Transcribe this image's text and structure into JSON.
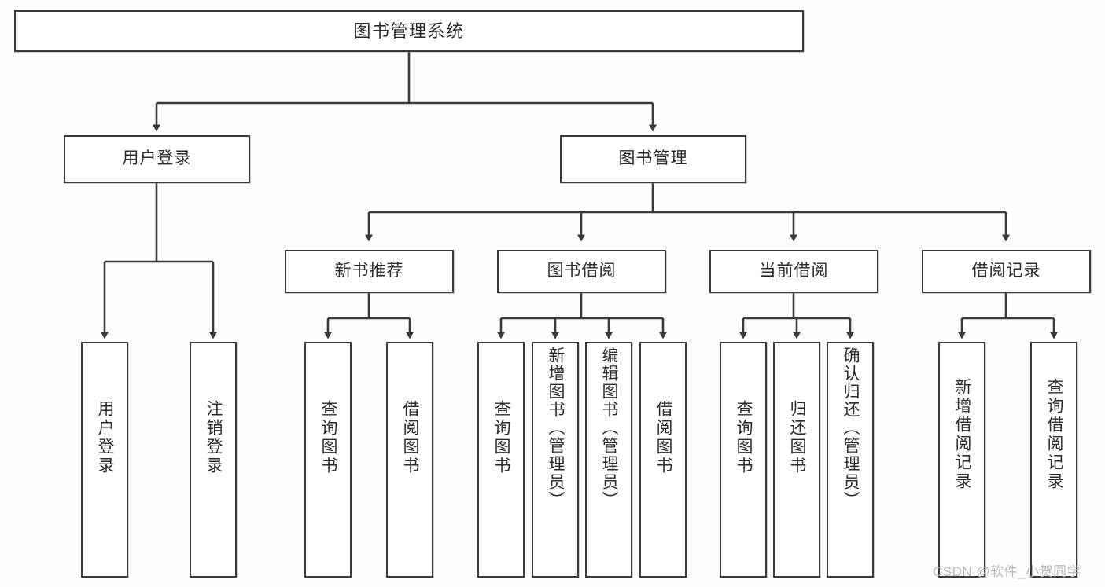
{
  "diagram": {
    "title": "图书管理系统",
    "type": "functional-structure-tree",
    "watermark": "CSDN @软件_小贺同学",
    "colors": {
      "stroke": "#3a3a3a",
      "fill": "#ffffff",
      "text": "#2b2b2b",
      "background": "#fdfdfd",
      "watermark": "#b8b8b8"
    },
    "nodes": {
      "root": {
        "label": "图书管理系统"
      },
      "level1": [
        {
          "id": "user-login",
          "label": "用户登录"
        },
        {
          "id": "book-manage",
          "label": "图书管理"
        }
      ],
      "level2": [
        {
          "id": "new-book-recommend",
          "label": "新书推荐"
        },
        {
          "id": "book-borrow",
          "label": "图书借阅"
        },
        {
          "id": "current-borrow",
          "label": "当前借阅"
        },
        {
          "id": "borrow-record",
          "label": "借阅记录"
        }
      ],
      "leaves": {
        "user-login": [
          {
            "id": "leaf-user-login",
            "label": "用户登录"
          },
          {
            "id": "leaf-logout-login",
            "label": "注销登录"
          }
        ],
        "new-book-recommend": [
          {
            "id": "leaf-query-book-1",
            "label": "查询图书"
          },
          {
            "id": "leaf-borrow-book-1",
            "label": "借阅图书"
          }
        ],
        "book-borrow": [
          {
            "id": "leaf-query-book-2",
            "label": "查询图书"
          },
          {
            "id": "leaf-add-book-admin",
            "label": "新增图书（管理员）"
          },
          {
            "id": "leaf-edit-book-admin",
            "label": "编辑图书（管理员）"
          },
          {
            "id": "leaf-borrow-book-2",
            "label": "借阅图书"
          }
        ],
        "current-borrow": [
          {
            "id": "leaf-query-book-3",
            "label": "查询图书"
          },
          {
            "id": "leaf-return-book",
            "label": "归还图书"
          },
          {
            "id": "leaf-confirm-return-admin",
            "label": "确认归还（管理员）"
          }
        ],
        "borrow-record": [
          {
            "id": "leaf-add-borrow-record",
            "label": "新增借阅记录"
          },
          {
            "id": "leaf-query-borrow-record",
            "label": "查询借阅记录"
          }
        ]
      }
    }
  }
}
